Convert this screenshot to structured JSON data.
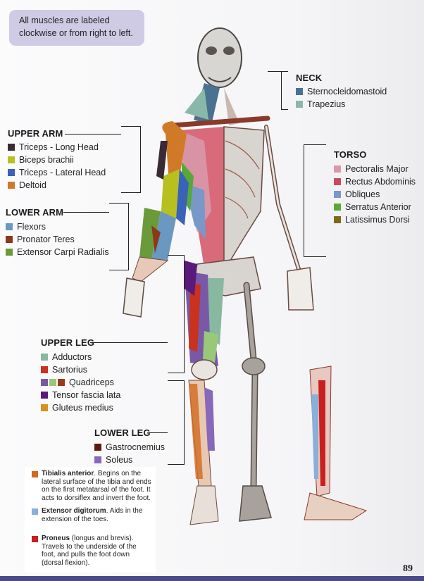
{
  "note": "All muscles are labeled clockwise or from right to left.",
  "page_number": "89",
  "groups": {
    "neck": {
      "title": "NECK",
      "items": [
        {
          "label": "Sternocleidomastoid",
          "colors": [
            "#4a7290"
          ]
        },
        {
          "label": "Trapezius",
          "colors": [
            "#8ab8a8"
          ]
        }
      ]
    },
    "upper_arm": {
      "title": "UPPER ARM",
      "items": [
        {
          "label": "Triceps - Long Head",
          "colors": [
            "#3a2a36"
          ]
        },
        {
          "label": "Biceps brachii",
          "colors": [
            "#b8c020"
          ]
        },
        {
          "label": "Triceps - Lateral Head",
          "colors": [
            "#3a62b8"
          ]
        },
        {
          "label": "Deltoid",
          "colors": [
            "#d07a28"
          ]
        }
      ]
    },
    "lower_arm": {
      "title": "LOWER ARM",
      "items": [
        {
          "label": "Flexors",
          "colors": [
            "#6a98c0"
          ]
        },
        {
          "label": "Pronator Teres",
          "colors": [
            "#8a3a1a"
          ]
        },
        {
          "label": "Extensor Carpi Radialis",
          "colors": [
            "#6a9a3a"
          ]
        }
      ]
    },
    "torso": {
      "title": "TORSO",
      "items": [
        {
          "label": "Pectoralis Major",
          "colors": [
            "#d898a8"
          ]
        },
        {
          "label": "Rectus Abdominis",
          "colors": [
            "#c84a60"
          ]
        },
        {
          "label": "Obliques",
          "colors": [
            "#7898c8"
          ]
        },
        {
          "label": "Serratus Anterior",
          "colors": [
            "#58a838"
          ]
        },
        {
          "label": "Latissimus Dorsi",
          "colors": [
            "#7a6a1a"
          ]
        }
      ]
    },
    "upper_leg": {
      "title": "UPPER LEG",
      "items": [
        {
          "label": "Adductors",
          "colors": [
            "#88b8a0"
          ]
        },
        {
          "label": "Sartorius",
          "colors": [
            "#c8321e"
          ]
        },
        {
          "label": "Quadriceps",
          "colors": [
            "#7a58a8",
            "#98c878",
            "#9a3a1a"
          ]
        },
        {
          "label": "Tensor fascia lata",
          "colors": [
            "#5a1a7a"
          ]
        },
        {
          "label": "Gluteus medius",
          "colors": [
            "#d8901e"
          ]
        }
      ]
    },
    "lower_leg": {
      "title": "LOWER LEG",
      "items": [
        {
          "label": "Gastrocnemius",
          "colors": [
            "#5a1a12"
          ]
        },
        {
          "label": "Soleus",
          "colors": [
            "#8868b8"
          ]
        }
      ]
    }
  },
  "info": [
    {
      "color": "#d2691e",
      "title": "Tibialis anterior",
      "text": "Begins on the lateral surface of the tibia and ends on the first metatarsal of the foot. It acts to dorsiflex and invert the foot."
    },
    {
      "color": "#88b0d8",
      "title": "Extensor digitorum",
      "text": "Aids in the extension of the toes."
    },
    {
      "color": "#c82020",
      "title": "Proneus",
      "text": "(longus and brevis). Travels to the underside of the foot, and pulls the foot down (dorsal flexion)."
    }
  ]
}
